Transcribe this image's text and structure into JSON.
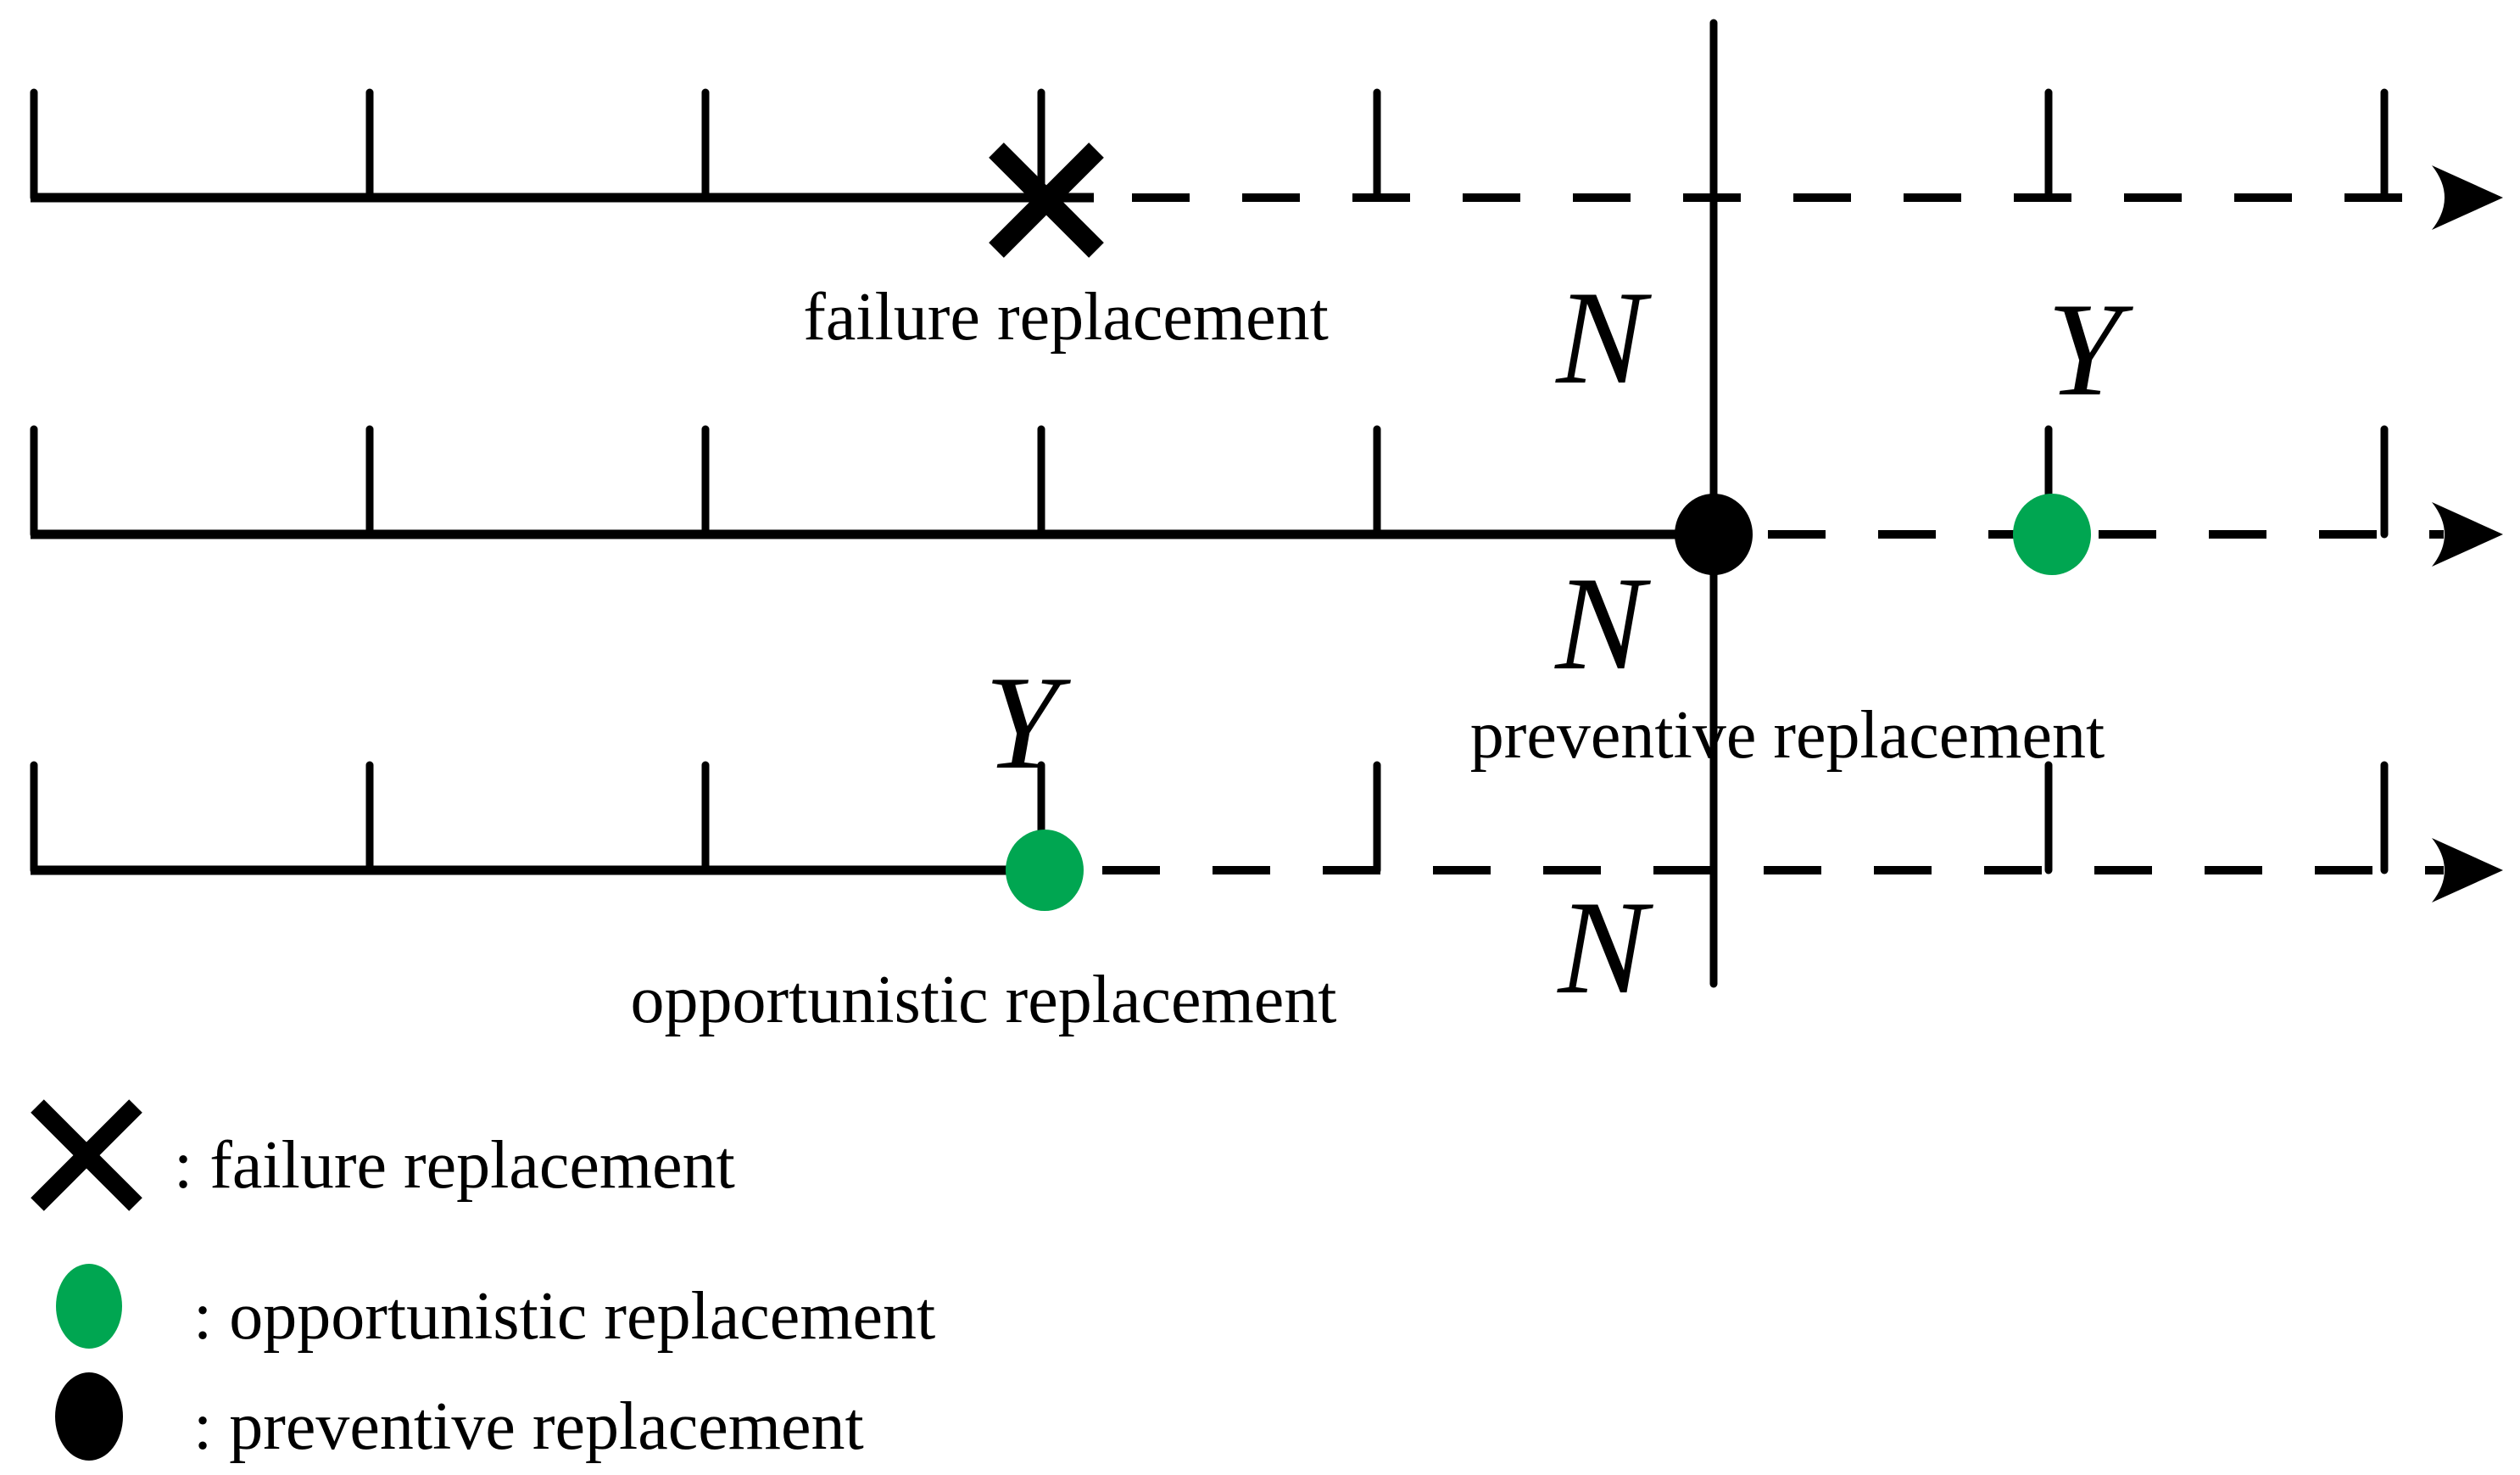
{
  "figure": {
    "background": "#FFFFFF",
    "green": "#00A651",
    "ink": "#000000"
  },
  "annotations": {
    "failure": "failure replacement",
    "preventive": "preventive replacement",
    "opportunistic": "opportunistic replacement"
  },
  "branch_labels": {
    "no": "N",
    "yes": "Y"
  },
  "legend": {
    "items": [
      {
        "icon": "cross-icon",
        "label": ": failure replacement"
      },
      {
        "icon": "opportunistic-dot-icon",
        "label": ": opportunistic replacement"
      },
      {
        "icon": "preventive-dot-icon",
        "label": ": preventive replacement"
      }
    ]
  }
}
